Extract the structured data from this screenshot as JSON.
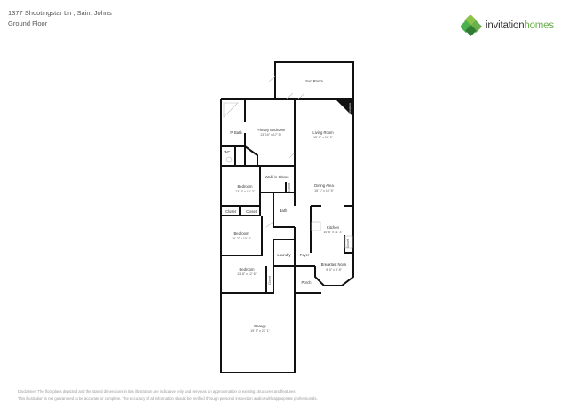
{
  "header": {
    "address": "1377 Shootingstar Ln , Saint Johns",
    "floor": "Ground Floor"
  },
  "logo": {
    "brand_main": "invitation",
    "brand_accent": "homes",
    "color_green": "#6ab04c",
    "color_dark_green": "#2e7d32"
  },
  "rooms": {
    "sun_room": {
      "name": "Sun Room"
    },
    "primary_bedroom": {
      "name": "Primary Bedroom",
      "dims": "13' 10\" x 17' 5\""
    },
    "p_bath": {
      "name": "P. Bath"
    },
    "wc": {
      "name": "WC"
    },
    "living_room": {
      "name": "Living Room",
      "dims": "15' 1\" x 17' 0\""
    },
    "fireplace": {
      "name": "Fireplace"
    },
    "walk_in_closet": {
      "name": "Walk-in Closet"
    },
    "bedroom_1": {
      "name": "Bedroom",
      "dims": "13' 8\" x 12' 2\""
    },
    "dining_area": {
      "name": "Dining Area",
      "dims": "15' 1\" x 10' 5\""
    },
    "closet_a": {
      "name": "Closet"
    },
    "closet_b": {
      "name": "Closet"
    },
    "closet_c": {
      "name": "Closet"
    },
    "closet_d": {
      "name": "Closet"
    },
    "closet_e": {
      "name": "Closet"
    },
    "bath": {
      "name": "Bath"
    },
    "bedroom_2": {
      "name": "Bedroom",
      "dims": "10' 7\" x 10' 2\""
    },
    "kitchen": {
      "name": "Kitchen",
      "dims": "10' 6\" x 11' 3\""
    },
    "laundry": {
      "name": "Laundry"
    },
    "foyer": {
      "name": "Foyer"
    },
    "breakfast_nook": {
      "name": "Breakfast Nook",
      "dims": "9' 0\" x 8' 8\""
    },
    "bedroom_3": {
      "name": "Bedroom",
      "dims": "13' 8\" x 12' 6\""
    },
    "porch": {
      "name": "Porch"
    },
    "garage": {
      "name": "Garage",
      "dims": "19' 5\" x 27' 1\""
    }
  },
  "disclaimer": {
    "line1": "Disclaimer: The floorplans depicted and the stated dimensions in this illustration are indicative only and serve as an approximation of existing structures and features.",
    "line2": "This illustration is not guaranteed to be accurate or complete. The accuracy of all information should be verified through personal inspection and/or with appropriate professionals."
  }
}
